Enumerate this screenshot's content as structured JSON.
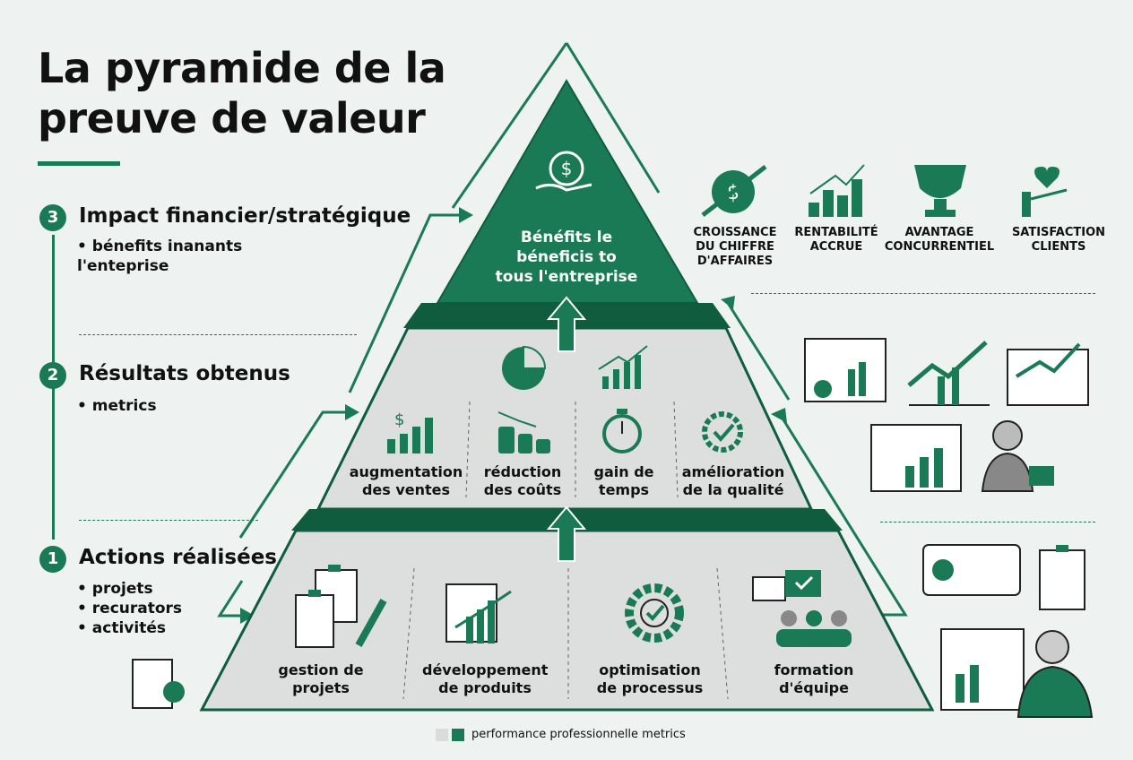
{
  "title": "La pyramide de la preuve de valeur",
  "colors": {
    "primary": "#1a7a55",
    "dark": "#0f5c3f",
    "tier_gray": "#d9dcdb",
    "background": "#eef2f1"
  },
  "levels": [
    {
      "number": "3",
      "title": "Impact financier/stratégique",
      "bullets": [
        "• bénefits inanants",
        "l'enteprise"
      ]
    },
    {
      "number": "2",
      "title": "Résultats obtenus",
      "bullets": [
        "• metrics"
      ]
    },
    {
      "number": "1",
      "title": "Actions réalisées",
      "bullets": [
        "• projets",
        "• recurators",
        "• activités"
      ]
    }
  ],
  "pyramid": {
    "top": {
      "label_lines": [
        "Bénéfits le",
        "béneficis to",
        "tous l'entreprise"
      ],
      "icon": "hand-coin-icon"
    },
    "middle": [
      {
        "label_lines": [
          "augmentation",
          "des ventes"
        ],
        "icon": "sales-chart-icon"
      },
      {
        "label_lines": [
          "réduction",
          "des coûts"
        ],
        "icon": "coins-down-icon"
      },
      {
        "label_lines": [
          "gain de",
          "temps"
        ],
        "icon": "stopwatch-icon"
      },
      {
        "label_lines": [
          "amélioration",
          "de la qualité"
        ],
        "icon": "quality-gear-icon"
      }
    ],
    "bottom": [
      {
        "label_lines": [
          "gestion de",
          "projets"
        ],
        "icon": "clipboards-icon"
      },
      {
        "label_lines": [
          "développement",
          "de produits"
        ],
        "icon": "product-chart-icon"
      },
      {
        "label_lines": [
          "optimisation",
          "de processus"
        ],
        "icon": "gear-check-icon"
      },
      {
        "label_lines": [
          "formation",
          "d'équipe"
        ],
        "icon": "team-chat-icon"
      }
    ]
  },
  "benefits": [
    {
      "label_lines": [
        "CROISSANCE",
        "DU CHIFFRE",
        "D'AFFAIRES"
      ],
      "icon": "dollar-growth-icon"
    },
    {
      "label_lines": [
        "RENTABILITÉ",
        "ACCRUE"
      ],
      "icon": "bar-growth-icon"
    },
    {
      "label_lines": [
        "AVANTAGE",
        "CONCURRENTIEL"
      ],
      "icon": "trophy-icon"
    },
    {
      "label_lines": [
        "SATISFACTION",
        "CLIENTS"
      ],
      "icon": "heart-hand-icon"
    }
  ],
  "legend": {
    "label": "performance professionnelle metrics"
  }
}
